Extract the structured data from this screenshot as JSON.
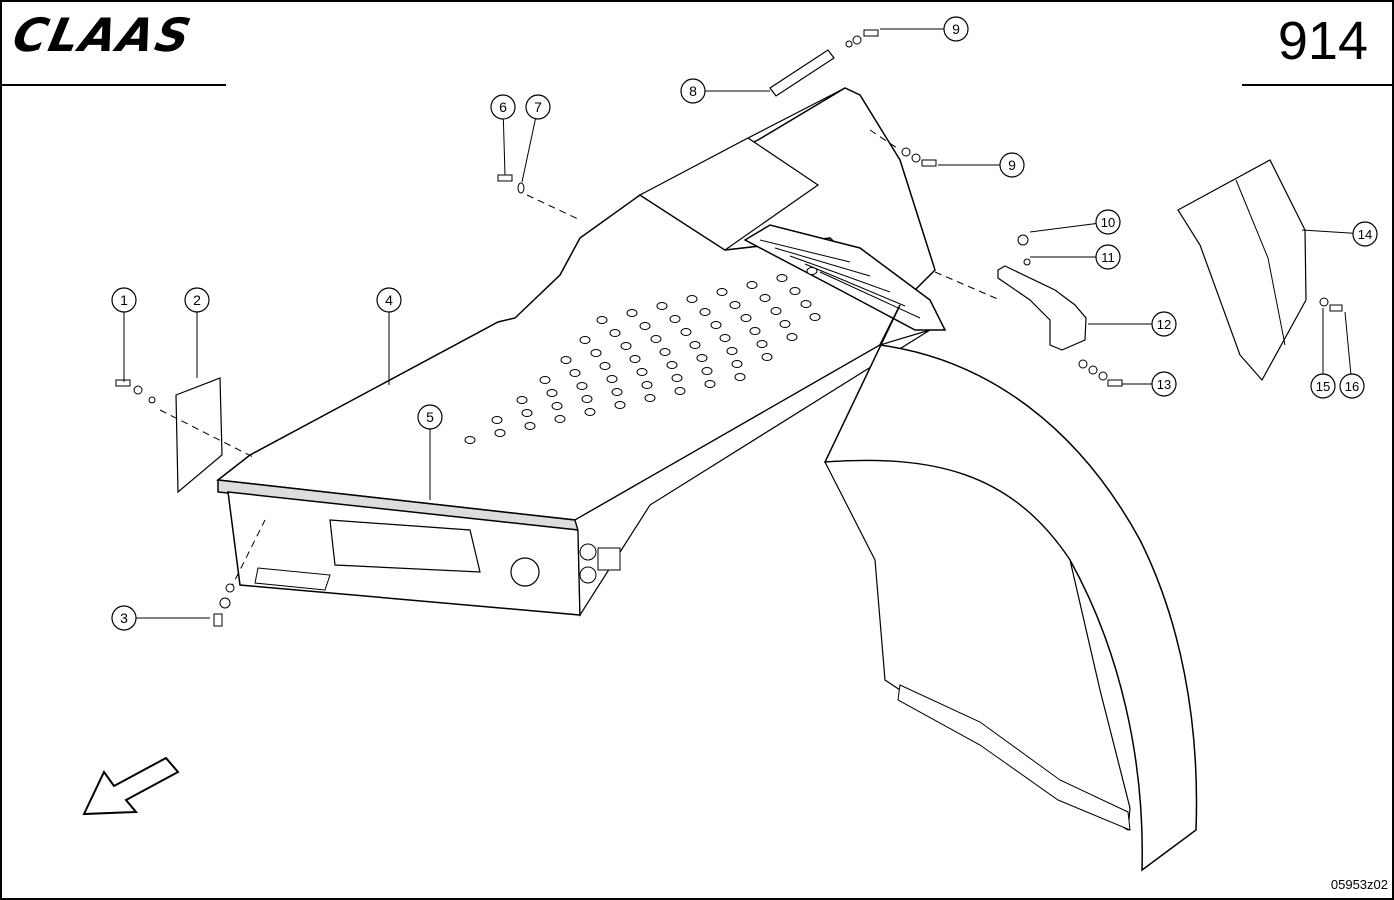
{
  "header": {
    "brand": "CLAAS",
    "page_number": "914"
  },
  "footer": {
    "drawing_number": "05953z02"
  },
  "callouts": [
    "1",
    "2",
    "3",
    "4",
    "5",
    "6",
    "7",
    "8",
    "9",
    "9",
    "10",
    "11",
    "12",
    "13",
    "14",
    "15",
    "16"
  ]
}
